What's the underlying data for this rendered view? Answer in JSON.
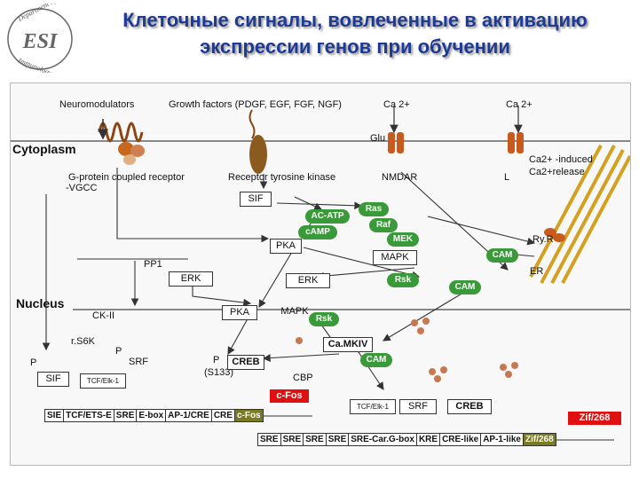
{
  "title": "Клеточные сигналы, вовлеченные в активацию экспрессии генов при обучении",
  "logo": {
    "top_text": "Department of",
    "center_text": "ESI",
    "bottom_text": "Immunology"
  },
  "labels": {
    "neuromodulators": "Neuromodulators",
    "growth_factors": "Growth factors (PDGF, EGF, FGF, NGF)",
    "ca_left": "Ca 2+",
    "ca_right": "Ca 2+",
    "glu": "Glu",
    "cytoplasm": "Cytoplasm",
    "nucleus": "Nucleus",
    "gpcr": "G-protein coupled receptor",
    "vgcc": "-VGCC",
    "rtk": "Receptor tyrosine kinase",
    "nmdar": "NMDAR",
    "l": "L",
    "ca_induced": "Ca2+ -induced",
    "ca_release": "Ca2+release",
    "ryr": "Ry.R",
    "er": "ER",
    "pp1": "PP1",
    "ck2": "CK-II",
    "rs6k": "r.S6K",
    "p1": "P",
    "p2": "P",
    "p3": "P",
    "srf_nucleus": "SRF",
    "creb_s133": "(S133)",
    "cbp": "CBP"
  },
  "boxes": {
    "sif_cyto": "SIF",
    "pka_cyto": "PKA",
    "mapk_cyto": "MAPK",
    "erk1": "ERK",
    "erk2": "ERK",
    "pka_nuc": "PKA",
    "mapk_nuc": "MAPK",
    "camkiv": "Ca.MKIV",
    "creb_p": "CREB",
    "sif_nuc": "SIF",
    "tcf1": "TCF/Elk-1",
    "tcf2": "TCF/Elk-1",
    "srf2": "SRF",
    "creb2": "CREB"
  },
  "green": {
    "ac_atp": "AC-ATP",
    "camp": "cAMP",
    "ras": "Ras",
    "raf": "Raf",
    "mek": "MEK",
    "rsk1": "Rsk",
    "rsk2": "Rsk",
    "cam1": "CAM",
    "cam2": "CAM",
    "cam3": "CAM"
  },
  "red": {
    "cfos": "c-Fos",
    "zif": "Zif/268"
  },
  "promoter1": [
    "SIE",
    "TCF/ETS-E",
    "SRE",
    "E-box",
    "AP-1/CRE",
    "CRE",
    "c-Fos"
  ],
  "promoter2": [
    "SRE",
    "SRE",
    "SRE",
    "SRE",
    "SRE-Car.G-box",
    "KRE",
    "CRE-like",
    "AP-1-like",
    "Zif/268"
  ],
  "colors": {
    "title": "#1f3a93",
    "green": "#3a9a3a",
    "red": "#e01010",
    "receptor": "#8b4513",
    "membrane": "#444444"
  }
}
